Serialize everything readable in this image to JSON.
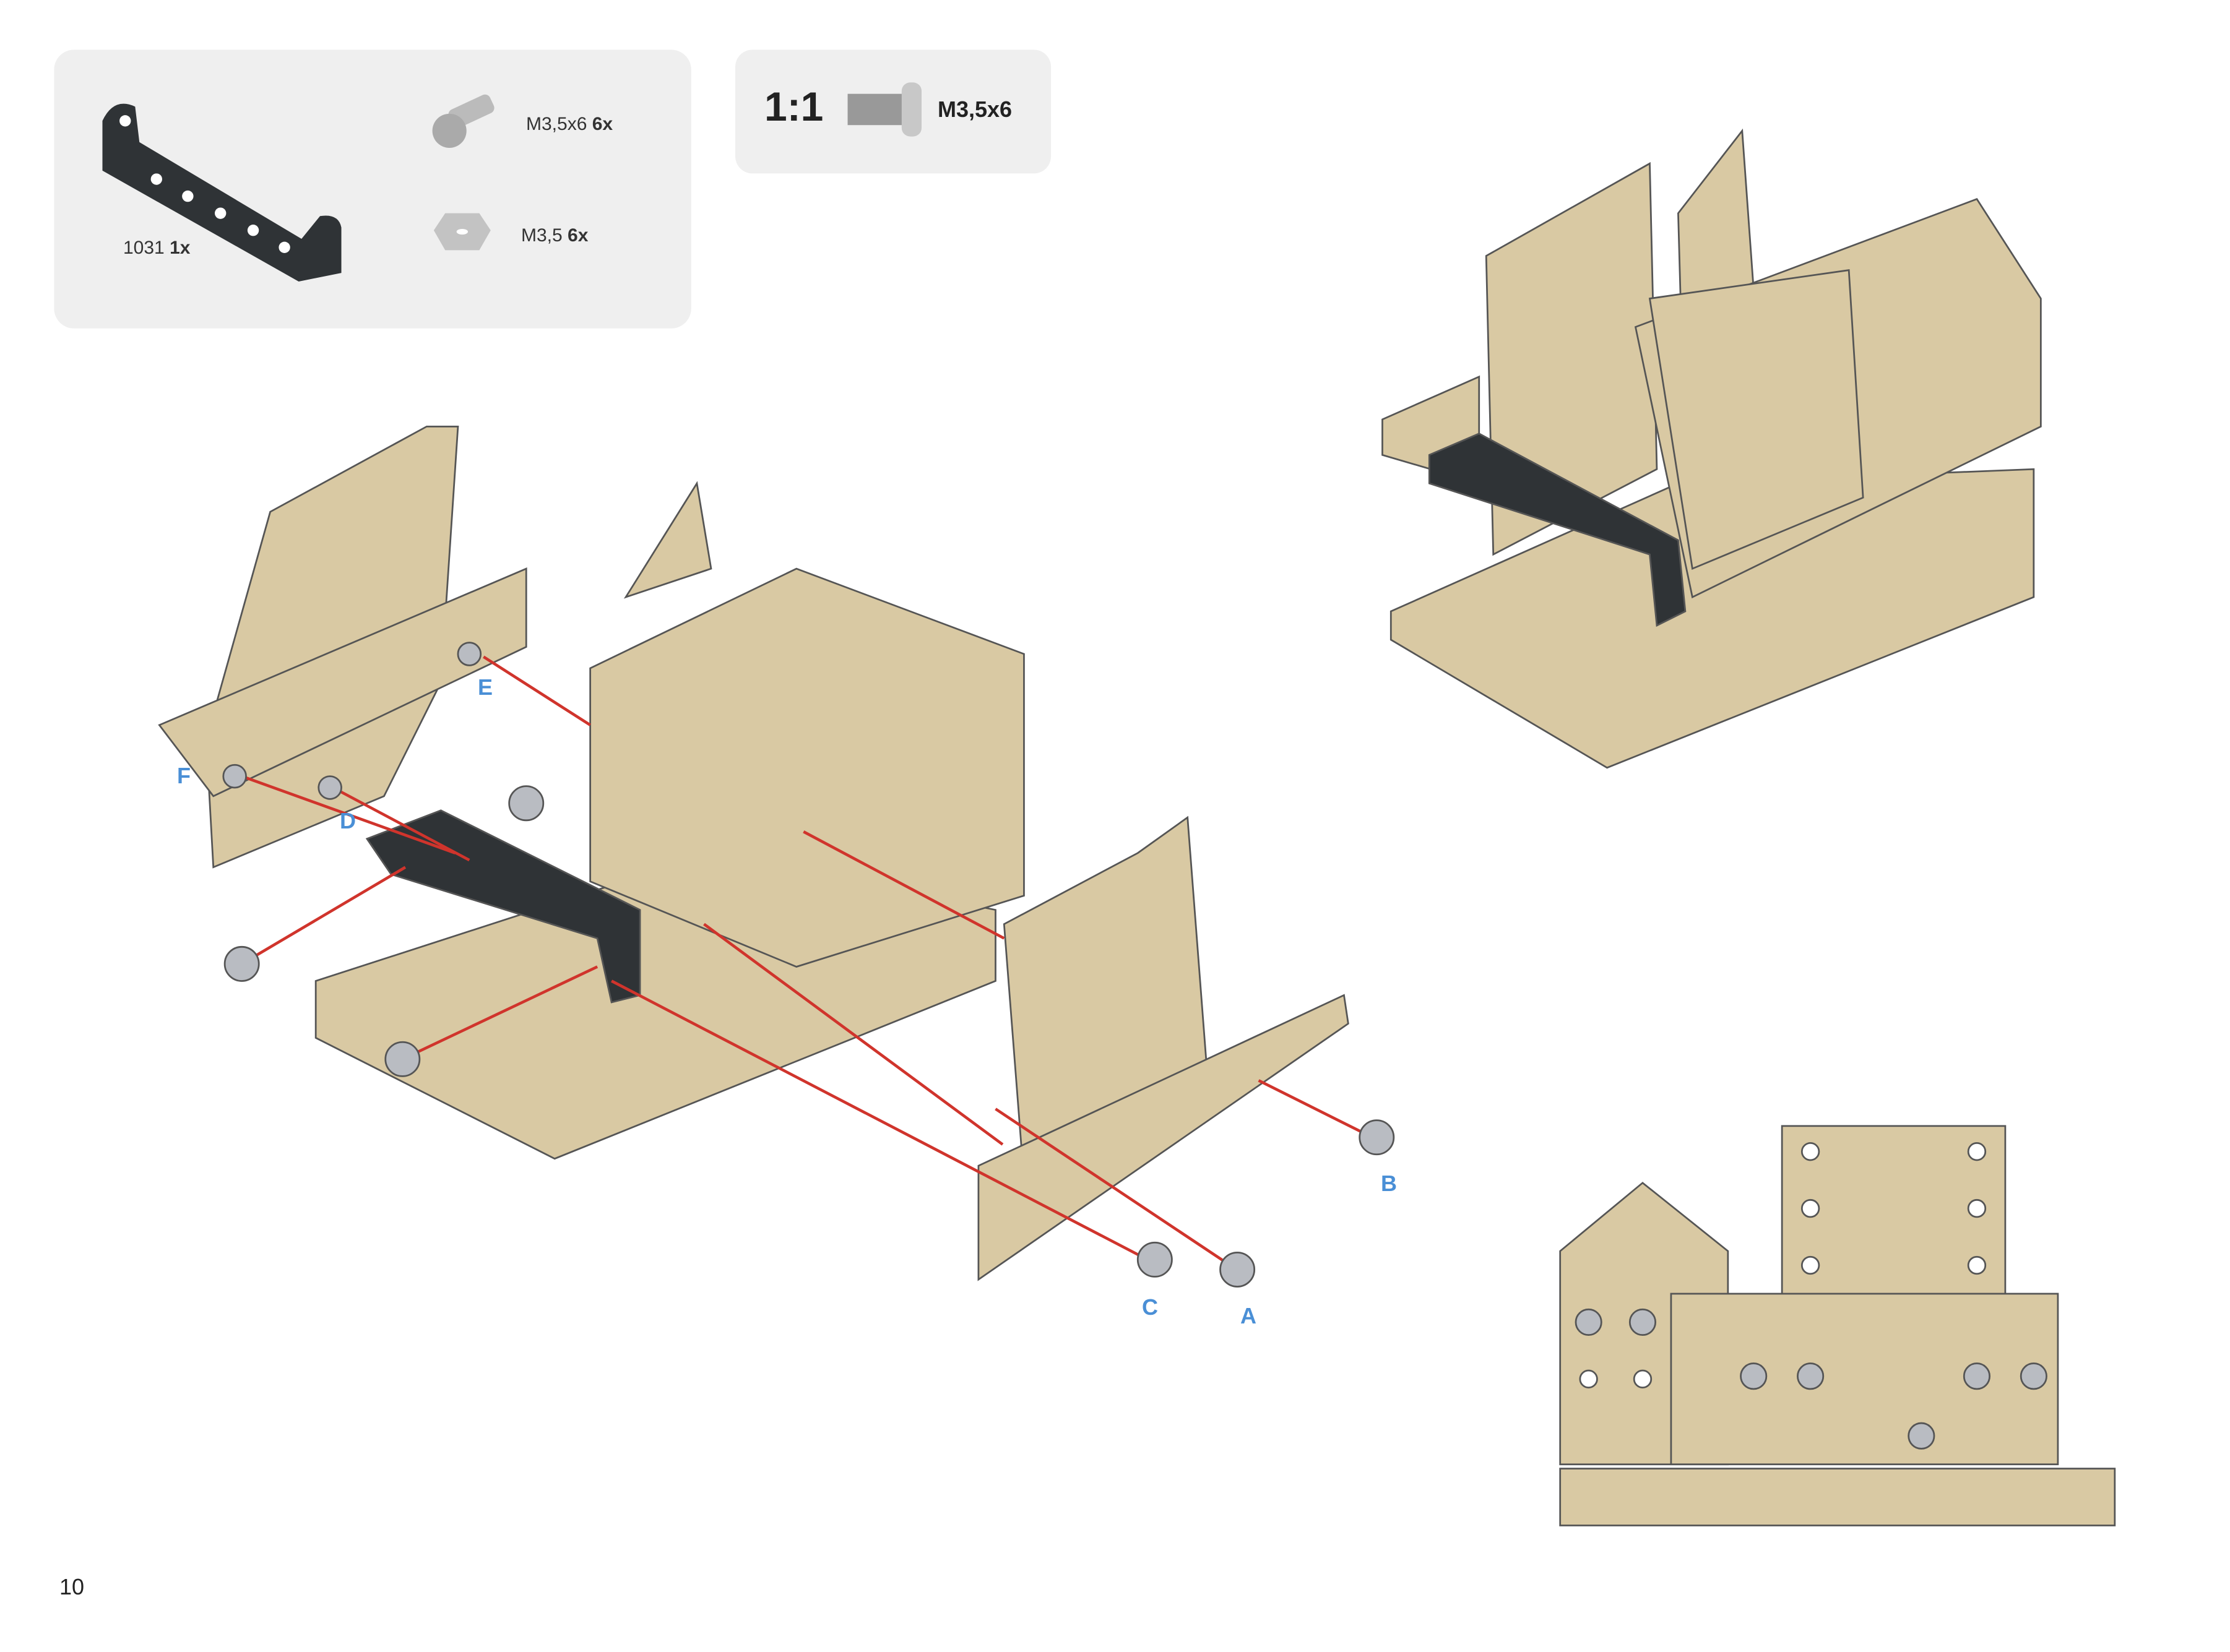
{
  "parts_list": {
    "items": [
      {
        "name": "1031",
        "qty": "1x",
        "icon": "black-angle-bracket"
      },
      {
        "name": "M3,5x6",
        "qty": "6x",
        "icon": "screw"
      },
      {
        "name": "M3,5",
        "qty": "6x",
        "icon": "hex-nut"
      }
    ]
  },
  "scale_box": {
    "ratio": "1:1",
    "part": "M3,5x6",
    "icon": "screw-actual-size"
  },
  "assembly_labels": {
    "a": "A",
    "b": "B",
    "c": "C",
    "d": "D",
    "e": "E",
    "f": "F"
  },
  "page_number": "10",
  "colors": {
    "tan": "#d9c9a3",
    "bracket": "#2f3336",
    "guide_line": "#d0342c",
    "label": "#4a8fd6"
  }
}
